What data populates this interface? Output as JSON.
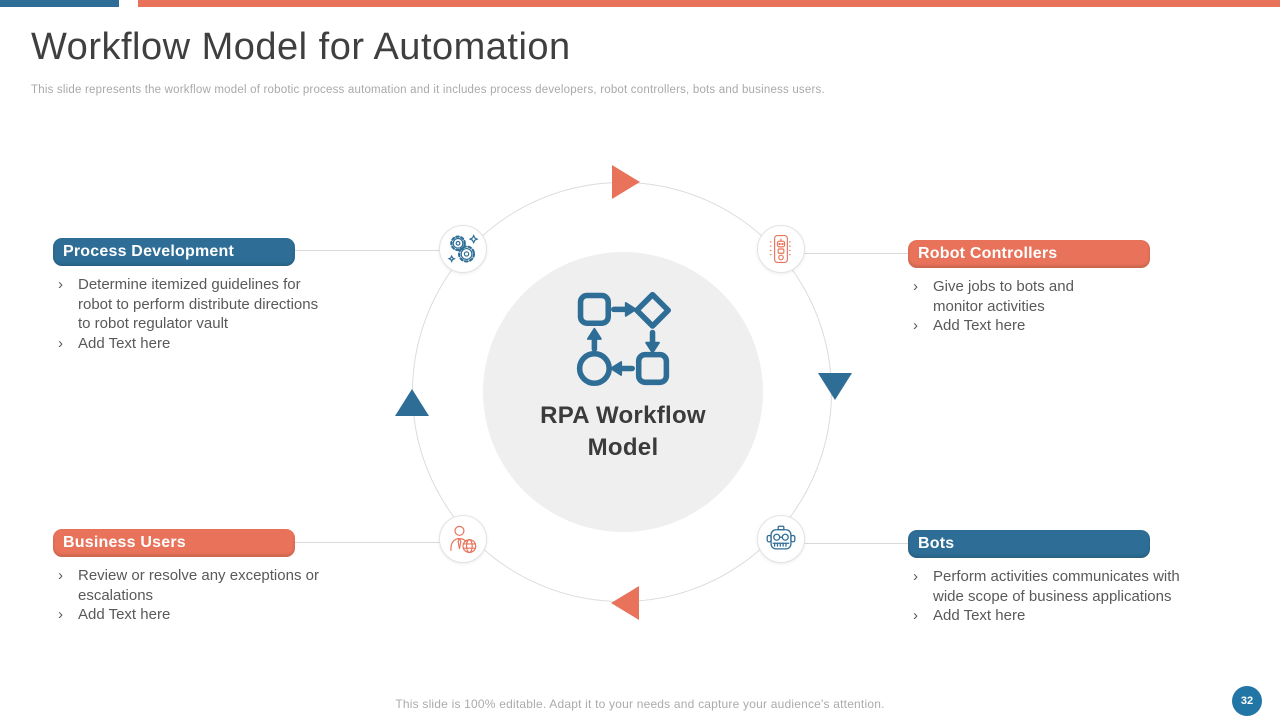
{
  "header": {
    "title": "Workflow Model for Automation",
    "subtitle": "This slide represents the workflow model of robotic process automation and it includes process developers, robot controllers, bots and business users."
  },
  "diagram": {
    "center_label": "RPA Workflow Model",
    "icons": {
      "center": "workflow-process-icon",
      "top_left": "gears-icon",
      "top_right": "robot-controller-icon",
      "bottom_left": "business-user-icon",
      "bottom_right": "robot-head-icon"
    }
  },
  "ui": {
    "bullet_char": "›"
  },
  "sections": {
    "process_development": {
      "label": "Process Development",
      "accent": "#2e6e96",
      "bullets": [
        "Determine itemized guidelines for robot to perform distribute directions to robot regulator vault",
        "Add Text here"
      ]
    },
    "robot_controllers": {
      "label": "Robot Controllers",
      "accent": "#e8735a",
      "bullets": [
        "Give jobs to bots and monitor activities",
        "Add Text here"
      ]
    },
    "business_users": {
      "label": "Business Users",
      "accent": "#e8735a",
      "bullets": [
        "Review or resolve any exceptions or escalations",
        "Add Text here"
      ]
    },
    "bots": {
      "label": "Bots",
      "accent": "#2e6e96",
      "bullets": [
        "Perform activities communicates with wide scope of business applications",
        "Add Text here"
      ]
    }
  },
  "footer": {
    "note": "This slide is 100% editable. Adapt it to your needs and capture your audience's attention.",
    "page_number": "32"
  },
  "colors": {
    "blue": "#2e6e96",
    "orange": "#e8735a",
    "ring": "#dcdcdc",
    "center_fill": "#efefef"
  }
}
